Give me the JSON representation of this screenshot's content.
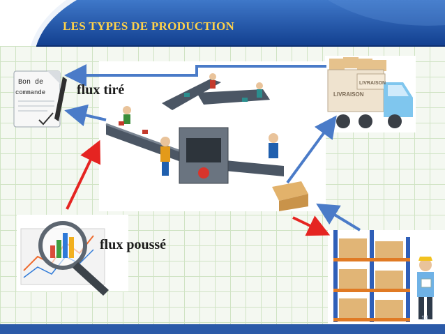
{
  "slide": {
    "title": "LES TYPES DE PRODUCTION",
    "page_number": "14"
  },
  "labels": {
    "pull_flow": "flux tiré",
    "push_flow": "flux poussé"
  },
  "order_form": {
    "line1": "Bon de",
    "line2": "commande"
  },
  "truck": {
    "side_text": "LIVRAISON",
    "box_text": "LIVRAISON"
  },
  "colors": {
    "header_blue": "#1f4fa0",
    "title_yellow": "#ffd24a",
    "arrow_blue": "#4a7bc8",
    "arrow_red": "#e52421"
  }
}
